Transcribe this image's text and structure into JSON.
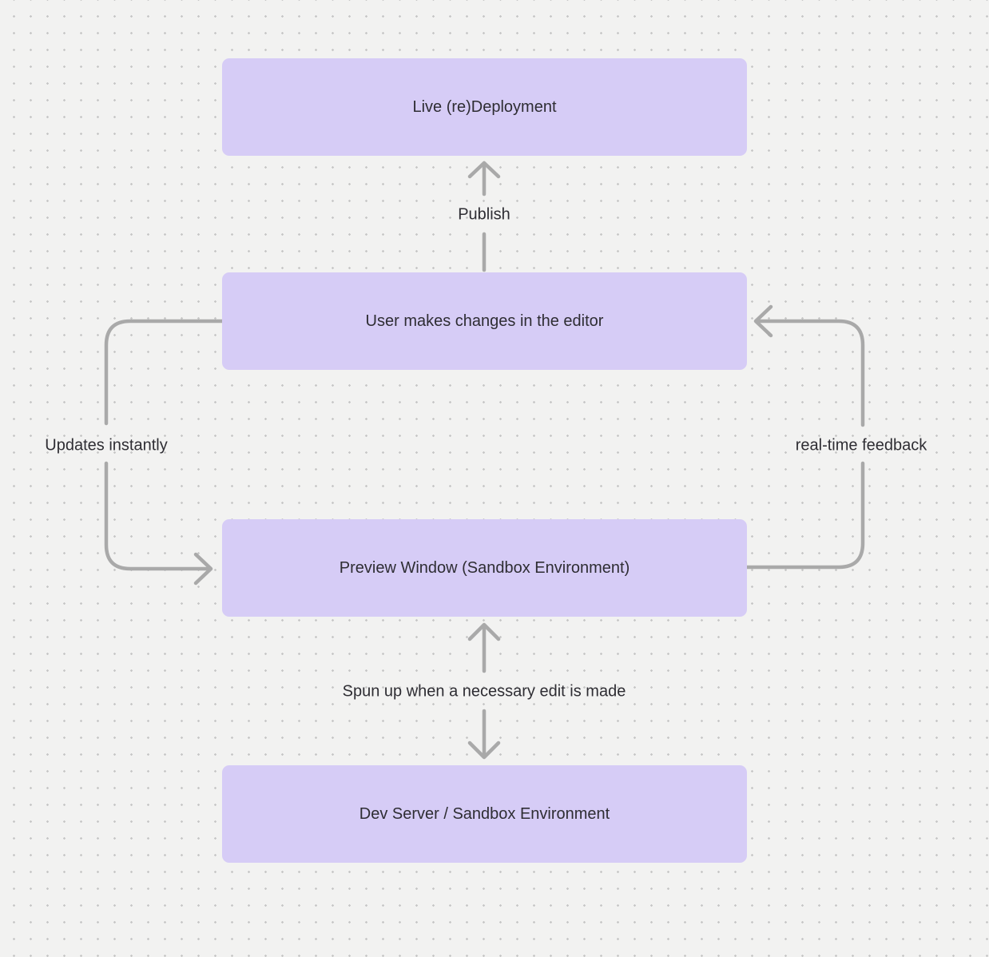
{
  "diagram": {
    "colors": {
      "canvas_background": "#f2f2f1",
      "dot_grid": "#c7c7c7",
      "node_fill": "#d6ccf6",
      "text": "#2e2d33",
      "arrow": "#a9a9a9"
    },
    "nodes": [
      {
        "id": "live-deployment",
        "label": "Live (re)Deployment"
      },
      {
        "id": "editor",
        "label": "User makes changes in the editor"
      },
      {
        "id": "preview-window",
        "label": "Preview Window (Sandbox Environment)"
      },
      {
        "id": "dev-server",
        "label": "Dev Server / Sandbox Environment"
      }
    ],
    "edges": [
      {
        "id": "publish",
        "label": "Publish",
        "from": "editor",
        "to": "live-deployment",
        "direction": "up"
      },
      {
        "id": "updates-instantly",
        "label": "Updates instantly",
        "from": "editor",
        "to": "preview-window",
        "direction": "left-loop"
      },
      {
        "id": "real-time-feedback",
        "label": "real-time feedback",
        "from": "preview-window",
        "to": "editor",
        "direction": "right-loop"
      },
      {
        "id": "spun-up",
        "label": "Spun up when a necessary edit is made",
        "from": "dev-server",
        "to": "preview-window",
        "direction": "bidirectional"
      }
    ]
  }
}
